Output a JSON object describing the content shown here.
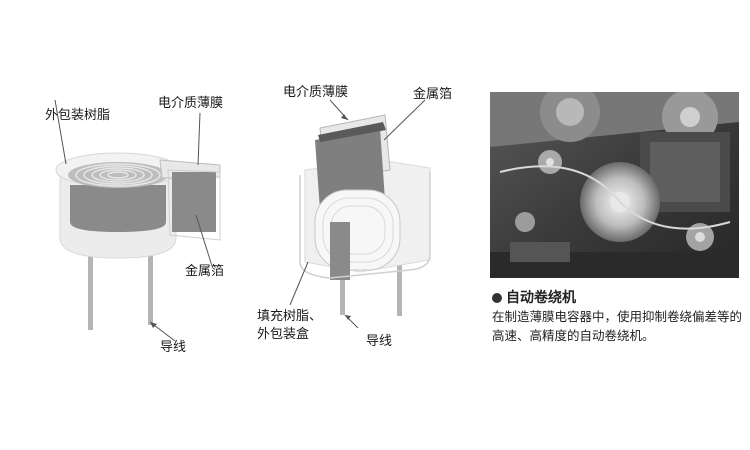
{
  "left_diagram": {
    "label_outer_resin": "外包装树脂",
    "label_dielectric_film": "电介质薄膜",
    "label_metal_foil": "金属箔",
    "label_lead": "导线"
  },
  "middle_diagram": {
    "label_dielectric_film": "电介质薄膜",
    "label_metal_foil": "金属箔",
    "label_fill_resin_line1": "填充树脂、",
    "label_fill_resin_line2": "外包装盒",
    "label_lead": "导线"
  },
  "photo": {
    "caption_title": "自动卷绕机",
    "caption_body": "在制造薄膜电容器中，使用抑制卷绕偏差等的高速、高精度的自动卷绕机。"
  }
}
